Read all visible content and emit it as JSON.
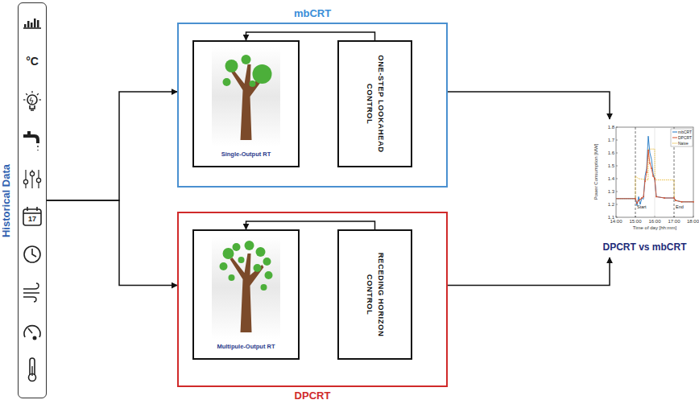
{
  "diagram": {
    "nodes": [
      {
        "text": [
          "Historical Data"
        ]
      },
      {
        "text": [
          "mbCRT"
        ]
      },
      {
        "text": [
          "Single-Output RT"
        ],
        "in": 1
      },
      {
        "text": [
          "ONE-STEP LOOKAHEAD CONTROL"
        ],
        "in": 1
      },
      {
        "text": [
          "DPCRT"
        ]
      },
      {
        "text": [
          "Multipule-Output RT"
        ],
        "in": 4
      },
      {
        "text": [
          "RECEDING HORIZON CONTROL"
        ],
        "in": 4
      },
      {
        "text": [
          "DPCRT vs mbCRT"
        ]
      }
    ],
    "edges": [
      {
        "from": 0,
        "to": 1,
        "arrow": "to"
      },
      {
        "from": 0,
        "to": 4,
        "arrow": "to"
      },
      {
        "from": 3,
        "to": 2,
        "arrow": "to"
      },
      {
        "from": 6,
        "to": 5,
        "arrow": "to"
      },
      {
        "from": 1,
        "to": 7,
        "arrow": "to"
      },
      {
        "from": 4,
        "to": 7,
        "arrow": "to"
      }
    ],
    "labels": [
      "°C",
      "17",
      "1.8",
      "1.7",
      "1.6",
      "1.5",
      "1.4",
      "1.3",
      "1.2",
      "1.1",
      "Power Consumption [MW]",
      "14:00",
      "15:00",
      "16:00",
      "17:00",
      "18:00",
      "Time of day [hh:mm]",
      "Start",
      "End"
    ],
    "legend": [
      {
        "text": "mbCRT"
      },
      {
        "text": "DPCRT"
      },
      {
        "text": "Naive"
      }
    ]
  }
}
